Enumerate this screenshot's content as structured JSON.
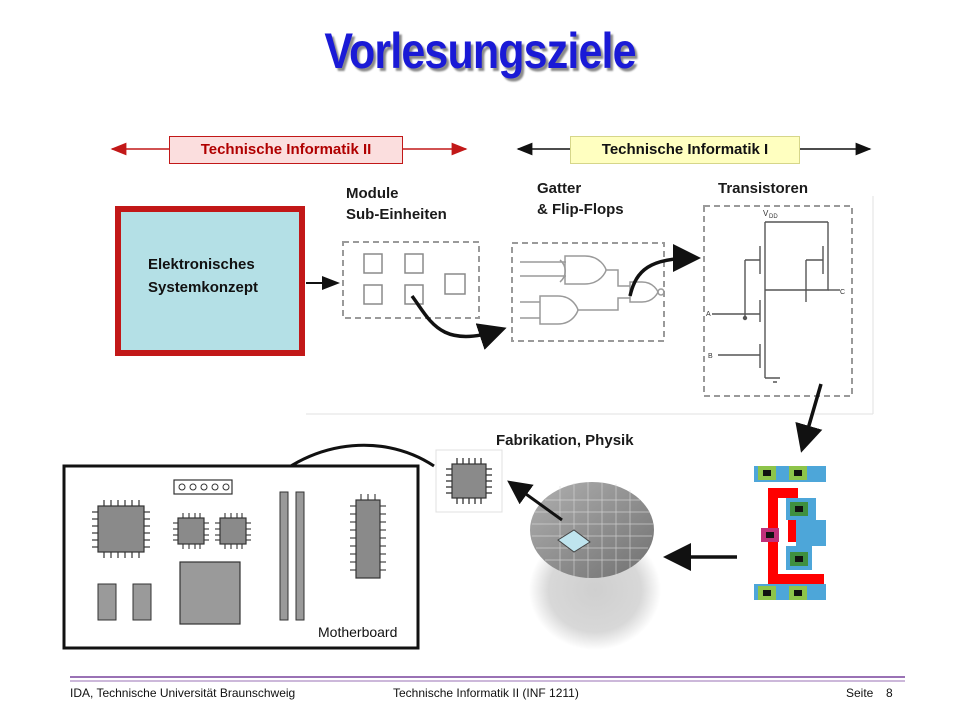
{
  "slide": {
    "title": "Vorlesungsziele"
  },
  "scopes": {
    "ti2": "Technische Informatik II",
    "ti1": "Technische Informatik I"
  },
  "levels": {
    "system": [
      "Elektronisches",
      "Systemkonzept"
    ],
    "modules": [
      "Module",
      "Sub-Einheiten"
    ],
    "gates": [
      "Gatter",
      "& Flip-Flops"
    ],
    "transistors": "Transistoren",
    "fabrication": "Fabrikation, Physik"
  },
  "transistor_pins": {
    "vdd": "V",
    "vdd_sub": "DD",
    "a": "A",
    "b": "B",
    "c": "C"
  },
  "motherboard_label": "Motherboard",
  "footer": {
    "left": "IDA, Technische Universität Braunschweig",
    "center": "Technische Informatik II (INF 1211)",
    "page_label": "Seite",
    "page_number": "8"
  },
  "colors": {
    "title": "#1a1ad6",
    "scope_ti2_border": "#c21818",
    "scope_ti2_fill": "#fbdede",
    "scope_ti1_fill": "#ffffc0",
    "system_fill": "#b4e0e6",
    "footer_rule": "#9a72b5"
  }
}
